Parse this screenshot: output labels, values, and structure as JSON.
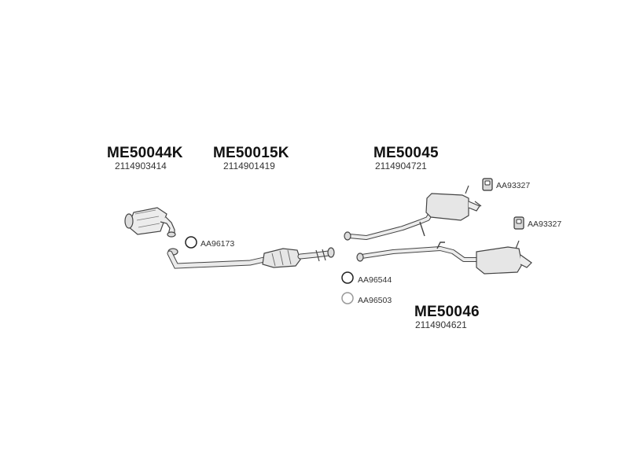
{
  "groups": [
    {
      "code": "ME50044K",
      "oem": "2114903414"
    },
    {
      "code": "ME50015K",
      "oem": "2114901419"
    },
    {
      "code": "ME50045",
      "oem": "2114904721"
    },
    {
      "code": "ME50046",
      "oem": "2114904621"
    }
  ],
  "accessories": [
    {
      "label": "AA93327",
      "icon": "rubber-hanger-icon"
    },
    {
      "label": "AA93327",
      "icon": "rubber-hanger-icon"
    },
    {
      "label": "AA96173",
      "icon": "gasket-ring-icon"
    },
    {
      "label": "AA96544",
      "icon": "gasket-ring-icon"
    },
    {
      "label": "AA96503",
      "icon": "gasket-ring-icon"
    }
  ],
  "colors": {
    "line": "#444444",
    "fill": "#e9e9e9",
    "ring_dark": "#222222",
    "ring_light": "#999999"
  }
}
